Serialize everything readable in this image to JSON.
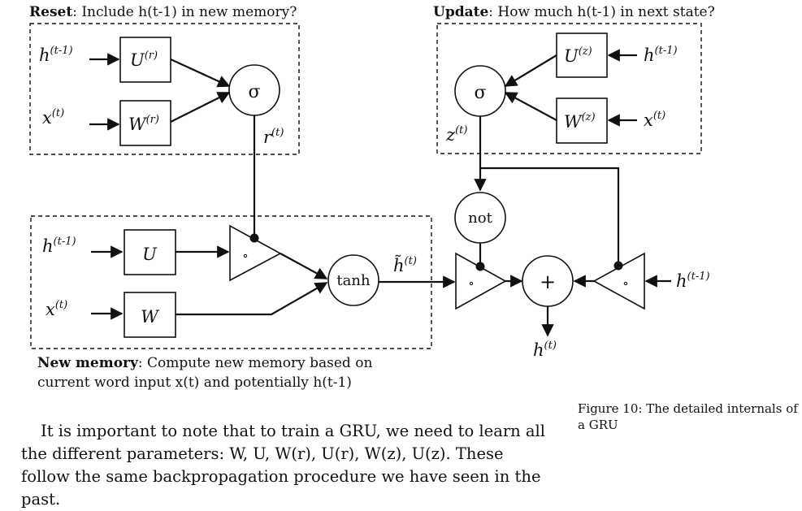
{
  "reset": {
    "title_bold": "Reset",
    "title_rest": ": Include h(t-1) in new memory?",
    "in_h": "h",
    "in_h_sup": "(t-1)",
    "in_x": "x",
    "in_x_sup": "(t)",
    "box_u": "U",
    "box_u_sup": "(r)",
    "box_w": "W",
    "box_w_sup": "(r)",
    "gate": "σ",
    "out": "r",
    "out_sup": "(t)"
  },
  "update": {
    "title_bold": "Update",
    "title_rest": ": How much h(t-1) in next state?",
    "box_u": "U",
    "box_u_sup": "(z)",
    "box_w": "W",
    "box_w_sup": "(z)",
    "in_h": "h",
    "in_h_sup": "(t-1)",
    "in_x": "x",
    "in_x_sup": "(t)",
    "gate": "σ",
    "out": "z",
    "out_sup": "(t)"
  },
  "newmem": {
    "in_h": "h",
    "in_h_sup": "(t-1)",
    "in_x": "x",
    "in_x_sup": "(t)",
    "box_u": "U",
    "box_w": "W",
    "mult": "∘",
    "tanh": "tanh",
    "out": "h̃",
    "out_sup": "(t)",
    "caption_bold": "New memory",
    "caption_line1": ": Compute new memory based on",
    "caption_line2": "current word input x(t) and potentially h(t-1)"
  },
  "combine": {
    "not": "not",
    "mult_left": "∘",
    "mult_right": "∘",
    "plus": "+",
    "in_h": "h",
    "in_h_sup": "(t-1)",
    "out": "h",
    "out_sup": "(t)"
  },
  "figure_caption": "Figure 10: The detailed internals of a GRU",
  "body_text": "It is important to note that to train a GRU, we need to learn all the different parameters: W, U, W(r), U(r), W(z), U(z). These follow the same backpropagation procedure we have seen in the past."
}
